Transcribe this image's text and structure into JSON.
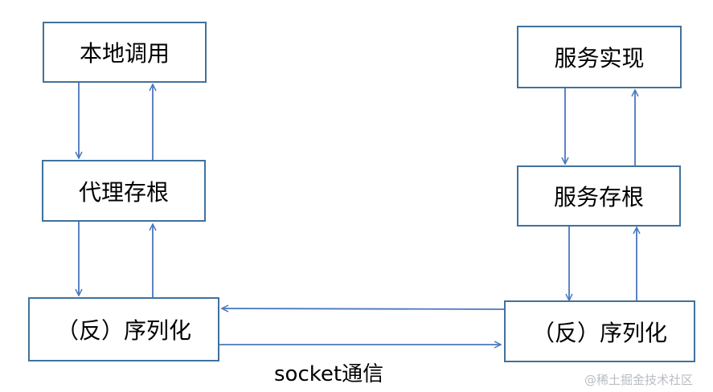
{
  "left": {
    "local_call": "本地调用",
    "proxy_stub": "代理存根",
    "serialization": "（反）序列化"
  },
  "right": {
    "service_impl": "服务实现",
    "service_stub": "服务存根",
    "serialization": "（反）序列化"
  },
  "link_label": "socket通信",
  "watermark": "@稀土掘金技术社区",
  "colors": {
    "line": "#4a77bd",
    "border": "#41719c"
  }
}
